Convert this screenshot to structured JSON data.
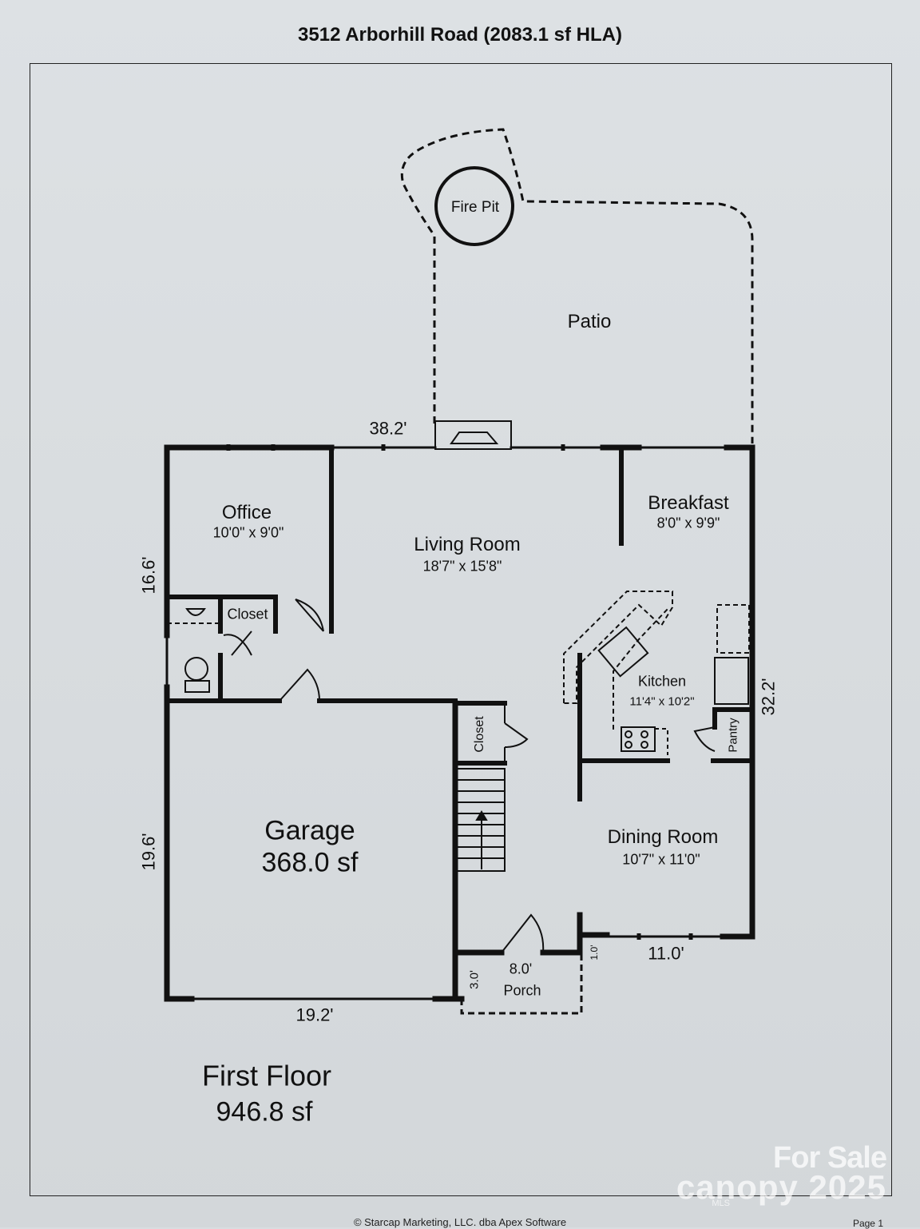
{
  "title": "3512 Arborhill Road (2083.1 sf HLA)",
  "rooms": {
    "fire_pit": "Fire Pit",
    "patio": "Patio",
    "office": {
      "name": "Office",
      "dims": "10'0\" x 9'0\""
    },
    "living": {
      "name": "Living Room",
      "dims": "18'7\" x 15'8\""
    },
    "breakfast": {
      "name": "Breakfast",
      "dims": "8'0\" x 9'9\""
    },
    "closet_upper": "Closet",
    "kitchen": {
      "name": "Kitchen",
      "dims": "11'4\" x 10'2\""
    },
    "closet_stair": "Closet",
    "pantry": "Pantry",
    "garage": {
      "name": "Garage",
      "area": "368.0 sf"
    },
    "dining": {
      "name": "Dining Room",
      "dims": "10'7\" x 11'0\""
    },
    "porch": {
      "name": "Porch",
      "width": "8.0'",
      "depth": "3.0'",
      "offset": "1.0'"
    }
  },
  "measurements": {
    "top": "38.2'",
    "left_upper": "16.6'",
    "left_lower": "19.6'",
    "right": "32.2'",
    "bottom": "19.2'",
    "front": "11.0'"
  },
  "floor": {
    "name": "First Floor",
    "area": "946.8 sf"
  },
  "watermark": {
    "line1": "For Sale",
    "line2": "canopy 2025",
    "line3": "MLS"
  },
  "footer": {
    "copyright": "© Starcap Marketing, LLC. dba Apex Software",
    "page": "Page 1"
  }
}
